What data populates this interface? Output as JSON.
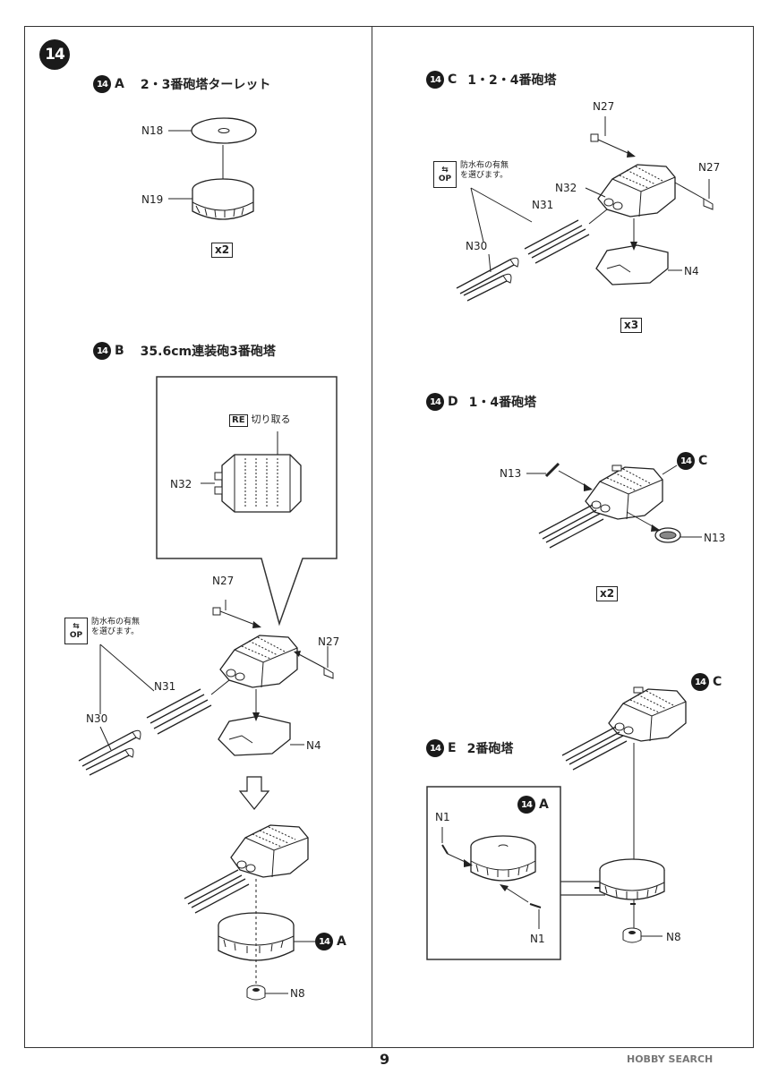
{
  "page": {
    "number": "9",
    "watermark": "HOBBY SEARCH"
  },
  "step": {
    "number": "14"
  },
  "section_a": {
    "badge": "14",
    "letter": "A",
    "title": "2・3番砲塔ターレット",
    "parts": {
      "n18": "N18",
      "n19": "N19"
    },
    "multiplier": "x2"
  },
  "section_b": {
    "badge": "14",
    "letter": "B",
    "title": "35.6cm連装砲3番砲塔",
    "re_tag": "RE",
    "re_text": "切り取る",
    "op_tag_top": "OP",
    "op_text": "防水布の有無\nを選びます。",
    "parts": {
      "n32": "N32",
      "n27a": "N27",
      "n27b": "N27",
      "n31": "N31",
      "n30": "N30",
      "n4": "N4",
      "n8": "N8"
    },
    "ref_badge": "14",
    "ref_letter": "A"
  },
  "section_c": {
    "badge": "14",
    "letter": "C",
    "title": "1・2・4番砲塔",
    "op_tag_top": "OP",
    "op_text": "防水布の有無\nを選びます。",
    "parts": {
      "n27a": "N27",
      "n27b": "N27",
      "n32": "N32",
      "n31": "N31",
      "n30": "N30",
      "n4": "N4"
    },
    "multiplier": "x3"
  },
  "section_d": {
    "badge": "14",
    "letter": "D",
    "title": "1・4番砲塔",
    "parts": {
      "n13a": "N13",
      "n13b": "N13"
    },
    "ref_badge": "14",
    "ref_letter": "C",
    "multiplier": "x2"
  },
  "section_e": {
    "badge": "14",
    "letter": "E",
    "title": "2番砲塔",
    "parts": {
      "n1a": "N1",
      "n1b": "N1",
      "n8": "N8"
    },
    "ref_a_badge": "14",
    "ref_a_letter": "A",
    "ref_c_badge": "14",
    "ref_c_letter": "C"
  }
}
